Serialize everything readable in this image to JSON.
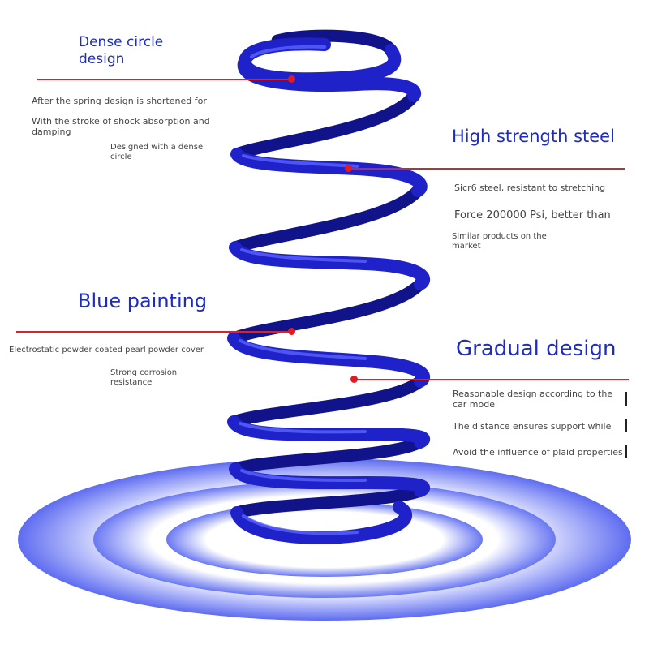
{
  "colors": {
    "accent": "#1e2bbf",
    "spring": "#1f22c8",
    "leader": "#d8232a",
    "text": "#444444"
  },
  "dense": {
    "title": "Dense circle design",
    "line1": "After the spring design is shortened for",
    "line2": "With the stroke of shock absorption and damping",
    "line3": "Designed with a dense circle"
  },
  "steel": {
    "title": "High strength steel",
    "line1": "Sicr6 steel, resistant to stretching",
    "line2": "Force 200000 Psi, better than",
    "line3": "Similar products on the market"
  },
  "blue": {
    "title": "Blue painting",
    "line1": "Electrostatic powder coated pearl powder cover",
    "line2": "Strong corrosion resistance"
  },
  "gradual": {
    "title": "Gradual design",
    "line1": "Reasonable design according to the car model",
    "line2": "The distance ensures support while",
    "line3": "Avoid the influence of plaid properties"
  }
}
